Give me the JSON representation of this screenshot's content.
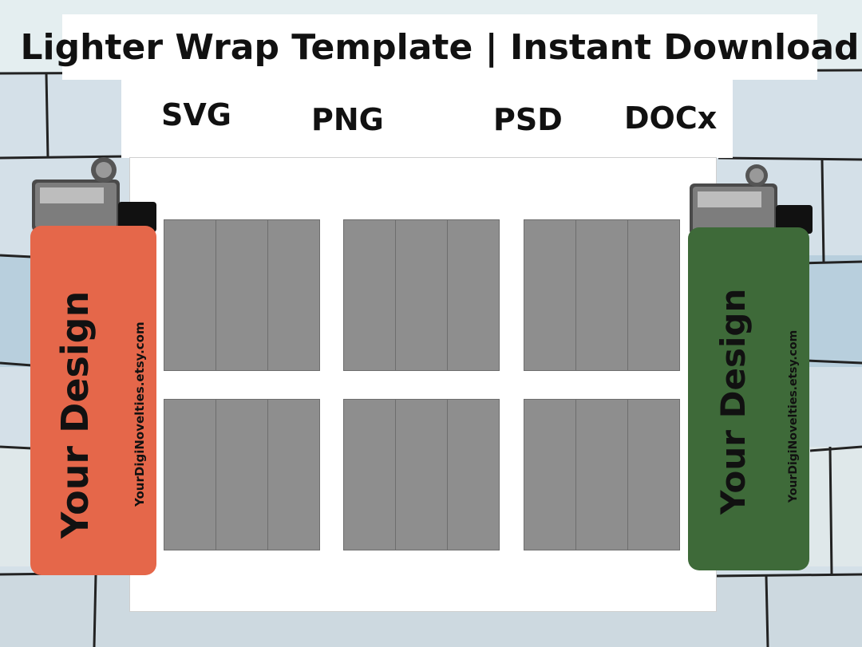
{
  "header": {
    "title": "Lighter Wrap Template | Instant Download"
  },
  "formats": [
    "SVG",
    "PNG",
    "PSD",
    "DOCx"
  ],
  "template": {
    "rows": 2,
    "wraps_per_row": 3,
    "panels_per_wrap": 3
  },
  "lighters": [
    {
      "body_color": "#e5674a",
      "design_text": "Your Design",
      "shop_text": "YourDigiNovelties.etsy.com"
    },
    {
      "body_color": "#3e6a39",
      "design_text": "Your Design",
      "shop_text": "YourDigiNovelties.etsy.com"
    }
  ],
  "colors": {
    "panel": "#8e8e8e",
    "sheet": "#ffffff"
  }
}
